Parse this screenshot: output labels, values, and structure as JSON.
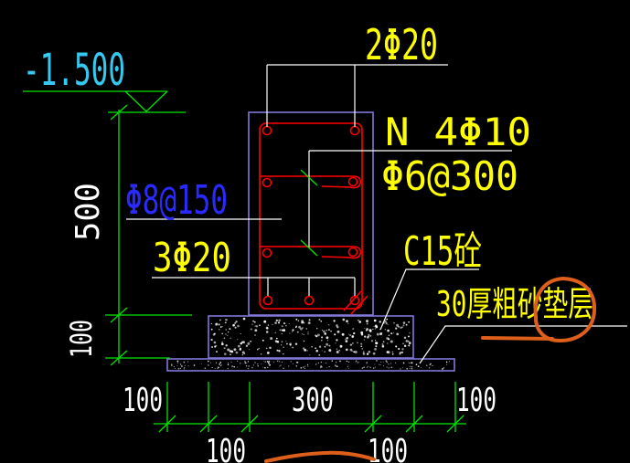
{
  "drawing": {
    "elevation": "-1.500",
    "labels": {
      "top_bars": "2Φ20",
      "waist_bars": "N 4Φ10",
      "tie_bars": "Φ6@300",
      "stirrups": "Φ8@150",
      "bottom_bars": "3Φ20",
      "footing_concrete": "C15砼",
      "bedding_layer": "30厚粗砂垫层"
    },
    "dimensions": {
      "beam_height": "500",
      "footing_thickness": "100",
      "bottom_row": [
        "100",
        "100",
        "300",
        "100",
        "100"
      ]
    },
    "colors": {
      "background": "#000000",
      "dimension_lines": "#00E500",
      "dimension_text": "#FFFFFF",
      "concrete_outline": "#8078D8",
      "rebar": "#FF0000",
      "label_text": "#FFFF00",
      "stirrup_label_text": "#2A2AFF",
      "elevation_text": "#35C8F0",
      "hand_markup": "#DD5F1A"
    }
  }
}
